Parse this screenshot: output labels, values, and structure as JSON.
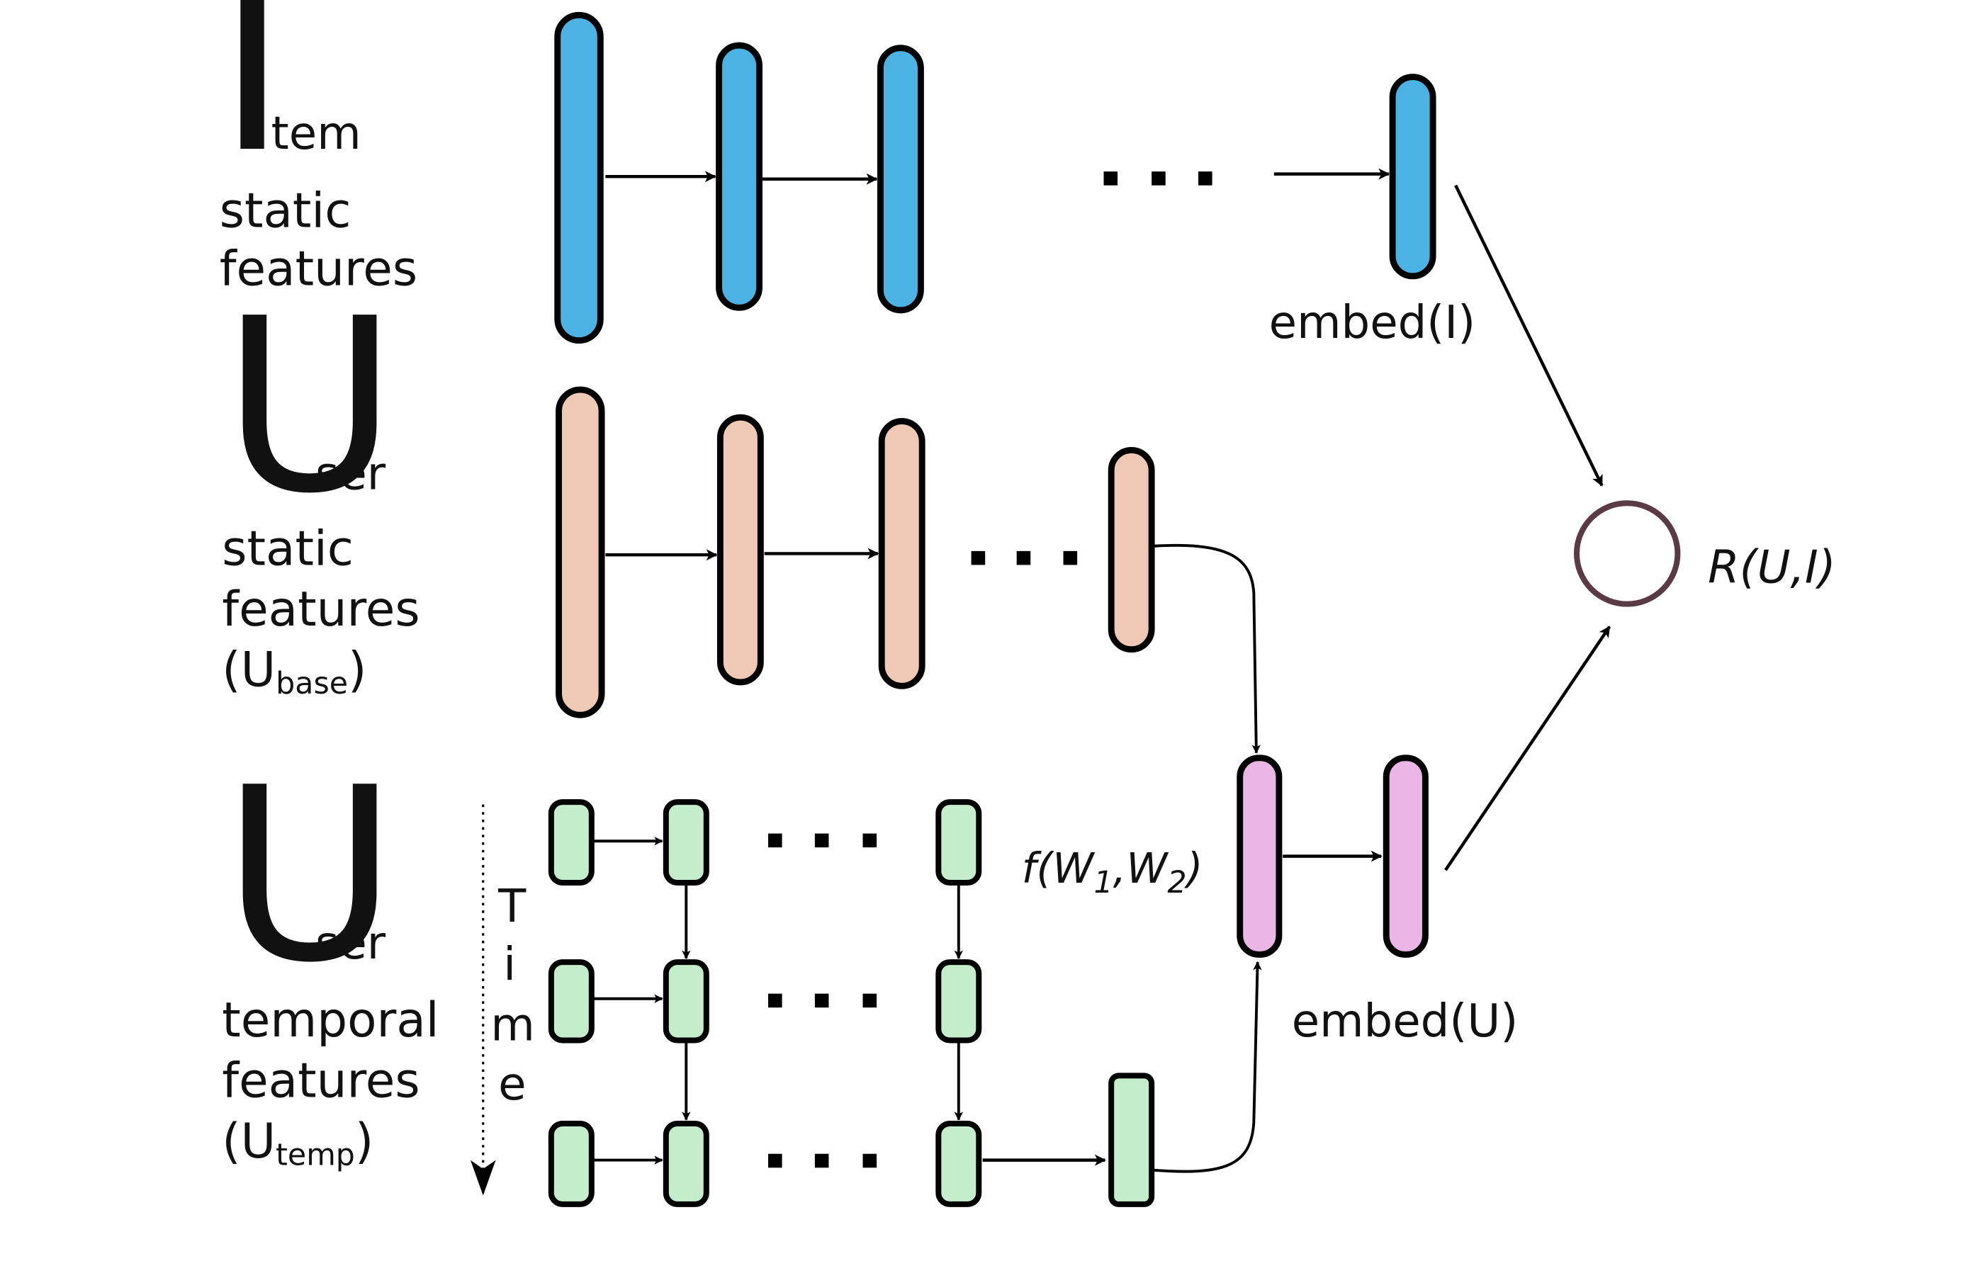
{
  "colors": {
    "item_layer": "#4bb3e3",
    "user_static_layer": "#efc9b3",
    "user_temporal_layer": "#c4eecb",
    "embed_user_layer": "#ebb6e6",
    "output_node_stroke": "#5a3b45",
    "stroke": "#000000"
  },
  "item": {
    "initial": "I",
    "rest": "tem",
    "desc_line1": "static",
    "desc_line2": "features",
    "dots": "· · ·",
    "embed_label": "embed(I)"
  },
  "user_static": {
    "initial": "U",
    "rest": "ser",
    "desc_line1": "static",
    "desc_line2": "features",
    "paren_open": "(U",
    "subscript": "base",
    "paren_close": ")",
    "dots": "· · ·"
  },
  "user_temporal": {
    "initial": "U",
    "rest": "ser",
    "desc_line1": "temporal",
    "desc_line2": "features",
    "paren_open": "(U",
    "subscript": "temp",
    "paren_close": ")",
    "time_letters": [
      "T",
      "i",
      "m",
      "e"
    ],
    "dots": "· · ·"
  },
  "combine": {
    "func_prefix": "f(W",
    "sub1": "1",
    "comma": ",W",
    "sub2": "2",
    "func_suffix": ")",
    "embed_label": "embed(U)"
  },
  "output": {
    "label": "R(U,I)"
  }
}
